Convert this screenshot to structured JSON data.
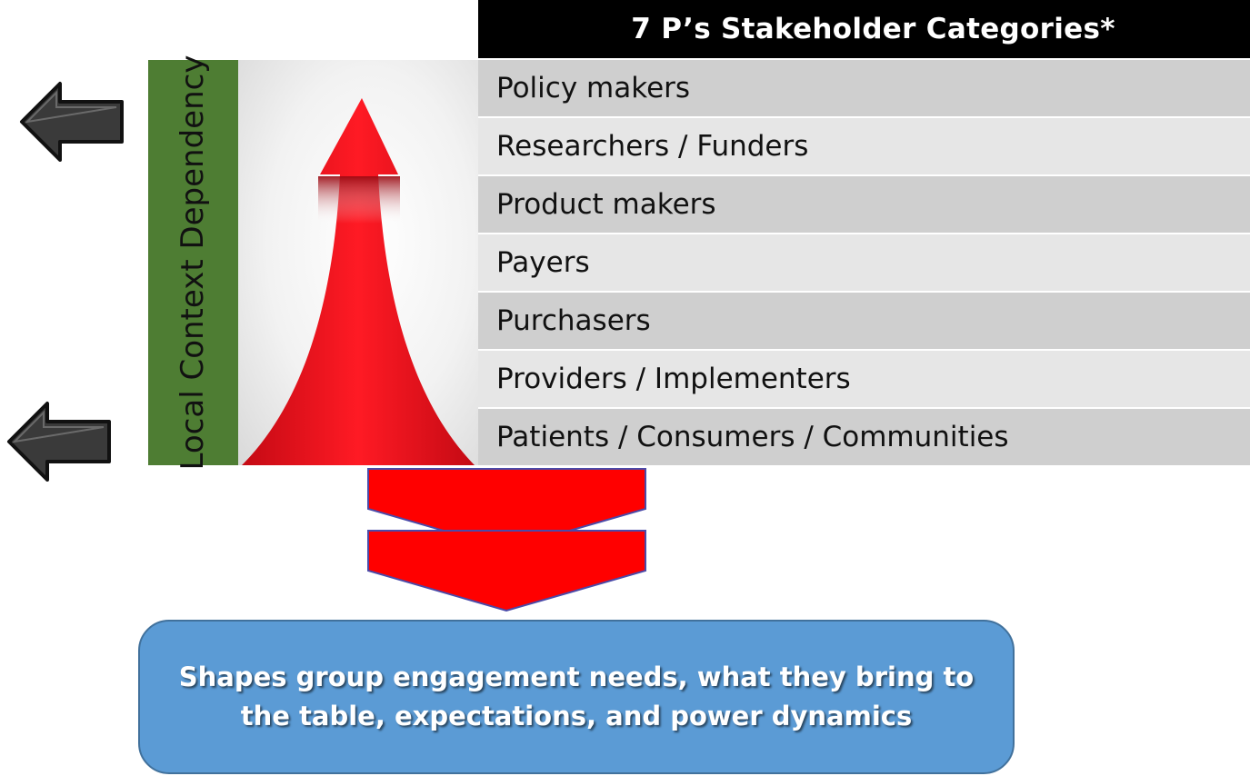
{
  "header": {
    "title": "7 P’s Stakeholder Categories*"
  },
  "categories": [
    "Policy makers",
    "Researchers / Funders",
    "Product makers",
    "Payers",
    "Purchasers",
    "Providers / Implementers",
    "Patients / Consumers / Communities"
  ],
  "side_label": "Local Context Dependency",
  "summary": "Shapes group engagement needs, what they bring to the table, expectations, and power dynamics",
  "icons": {
    "upward_arrow": "upward-arrow-icon",
    "left_arrows": "left-arrow-icon",
    "chevrons": "chevron-down-icon"
  },
  "colors": {
    "header_bg": "#000000",
    "label_green": "#4e7d33",
    "arrow_red": "#e8101c",
    "chevron_red": "#ff0000",
    "summary_blue": "#5b9bd5",
    "row_dark": "#cfcfcf",
    "row_light": "#e6e6e6"
  }
}
